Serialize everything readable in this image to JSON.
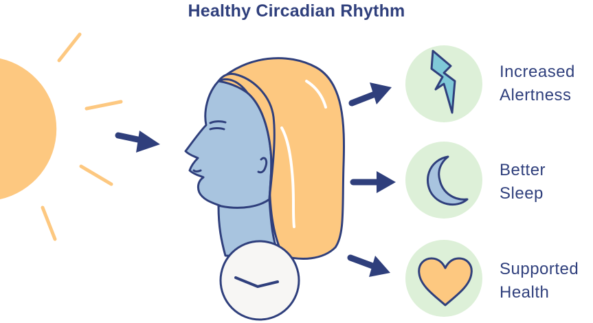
{
  "title": "Healthy Circadian Rhythm",
  "outcomes": [
    {
      "icon": "lightning-bolt-icon",
      "line1": "Increased",
      "line2": "Alertness"
    },
    {
      "icon": "crescent-moon-icon",
      "line1": "Better",
      "line2": "Sleep"
    },
    {
      "icon": "heart-icon",
      "line1": "Supported",
      "line2": "Health"
    }
  ],
  "colors": {
    "navy": "#2f3f7c",
    "sun": "#fdc880",
    "hair": "#fdc880",
    "skin": "#a8c4df",
    "circle_bg": "#ddf0d8",
    "bolt": "#7fc9d8",
    "moon": "#a8c4df",
    "heart": "#fdc880",
    "clock_face": "#f7f6f4"
  }
}
